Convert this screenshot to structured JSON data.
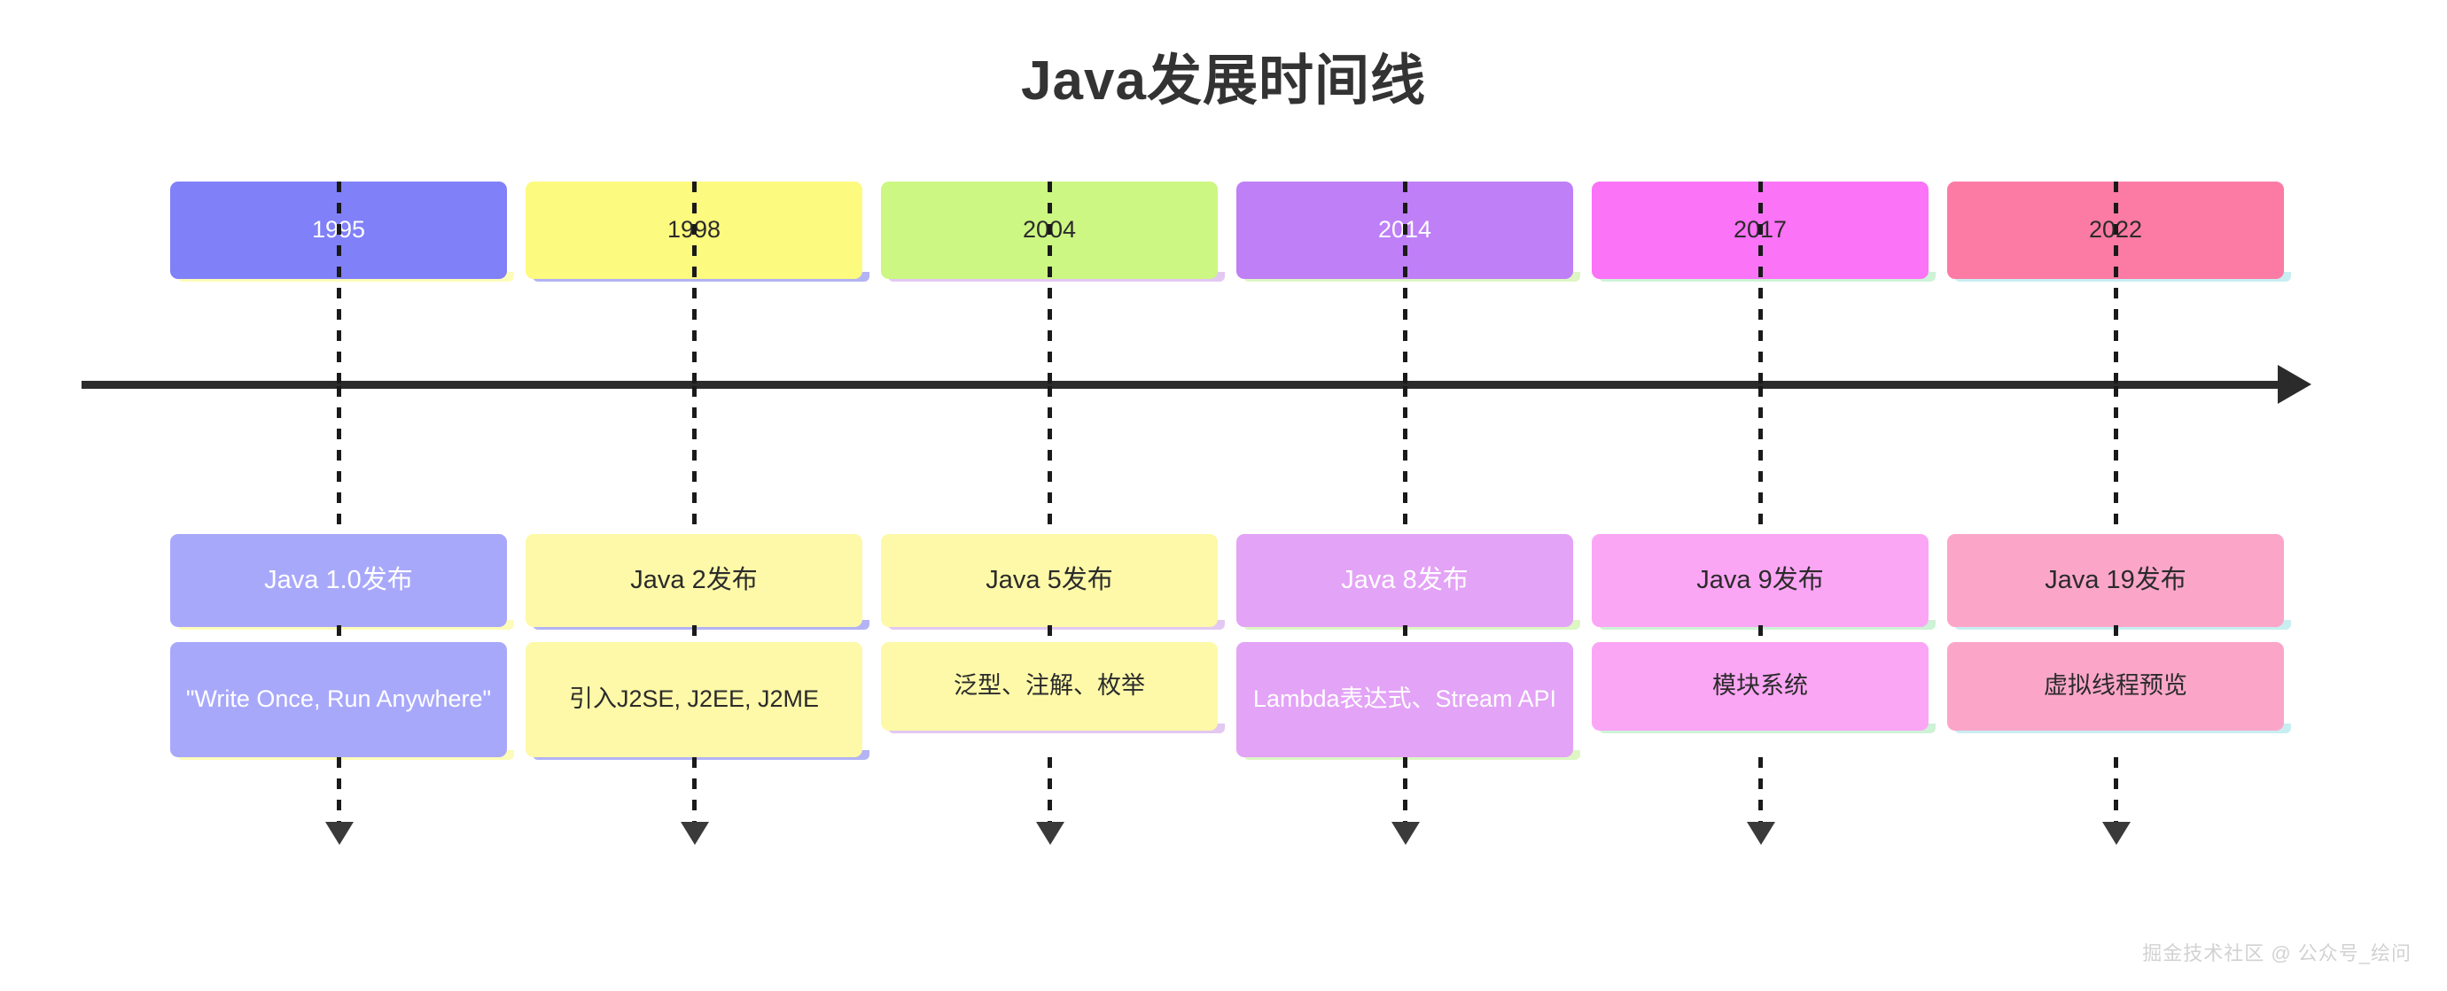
{
  "title": "Java发展时间线",
  "axis": {
    "orientation": "horizontal",
    "direction": "left-to-right",
    "color": "#2b2b2b"
  },
  "watermark": "掘金技术社区 @ 公众号_绘问",
  "timeline": {
    "columns": [
      {
        "year": "1995",
        "event": "Java 1.0发布",
        "description": "\"Write Once, Run Anywhere\"",
        "year_bg": "#8080f8",
        "year_text": "#ffffff",
        "event_bg": "#a8a8fb",
        "event_text": "#ffffff",
        "desc_bg": "#a8a8fb",
        "desc_text": "#ffffff",
        "strip_color": "#fdfcb8",
        "desc_lines": 2
      },
      {
        "year": "1998",
        "event": "Java 2发布",
        "description": "引入J2SE, J2EE, J2ME",
        "year_bg": "#fcfa7f",
        "year_text": "#2b2b2b",
        "event_bg": "#fdf9a8",
        "event_text": "#2b2b2b",
        "desc_bg": "#fdf9a8",
        "desc_text": "#2b2b2b",
        "strip_color": "#b3b3f5",
        "desc_lines": 2
      },
      {
        "year": "2004",
        "event": "Java 5发布",
        "description": "泛型、注解、枚举",
        "year_bg": "#ccf783",
        "year_text": "#2b2b2b",
        "event_bg": "#fdf9a8",
        "event_text": "#2b2b2b",
        "desc_bg": "#fdf9a8",
        "desc_text": "#2b2b2b",
        "strip_color": "#e3c8f2",
        "desc_lines": 1
      },
      {
        "year": "2014",
        "event": "Java 8发布",
        "description": "Lambda表达式、Stream API",
        "year_bg": "#bf7ff7",
        "year_text": "#ffffff",
        "event_bg": "#e3a3f6",
        "event_text": "#ffffff",
        "desc_bg": "#e3a3f6",
        "desc_text": "#ffffff",
        "strip_color": "#ddf6c4",
        "desc_lines": 2
      },
      {
        "year": "2017",
        "event": "Java 9发布",
        "description": "模块系统",
        "year_bg": "#fb73f7",
        "year_text": "#2b2b2b",
        "event_bg": "#fba6f4",
        "event_text": "#2b2b2b",
        "desc_bg": "#fba6f4",
        "desc_text": "#2b2b2b",
        "strip_color": "#cdf2d6",
        "desc_lines": 1
      },
      {
        "year": "2022",
        "event": "Java 19发布",
        "description": "虚拟线程预览",
        "year_bg": "#fb7ba4",
        "year_text": "#2b2b2b",
        "event_bg": "#fba6c9",
        "event_text": "#2b2b2b",
        "desc_bg": "#fba6c9",
        "desc_text": "#2b2b2b",
        "strip_color": "#c8eef2",
        "desc_lines": 1
      }
    ]
  }
}
